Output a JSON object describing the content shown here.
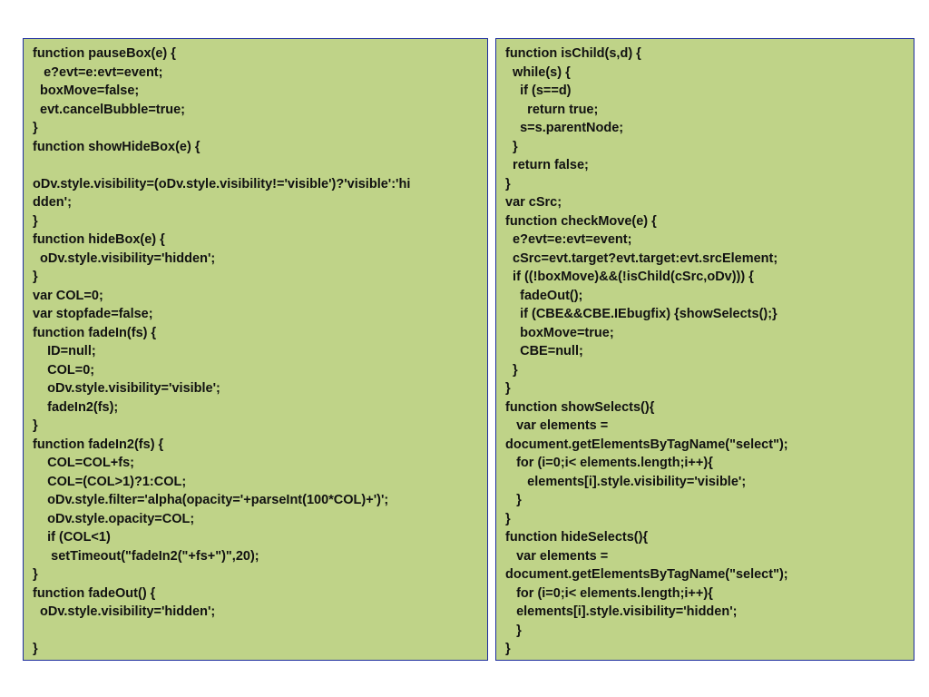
{
  "left_panel": {
    "lines": [
      "function pauseBox(e) {",
      "   e?evt=e:evt=event;",
      "  boxMove=false;",
      "  evt.cancelBubble=true;",
      "}",
      "function showHideBox(e) {",
      "",
      "oDv.style.visibility=(oDv.style.visibility!='visible')?'visible':'hi",
      "dden';",
      "}",
      "function hideBox(e) {",
      "  oDv.style.visibility='hidden';",
      "}",
      "var COL=0;",
      "var stopfade=false;",
      "function fadeIn(fs) {",
      "    ID=null;",
      "    COL=0;",
      "    oDv.style.visibility='visible';",
      "    fadeIn2(fs);",
      "}",
      "function fadeIn2(fs) {",
      "    COL=COL+fs;",
      "    COL=(COL>1)?1:COL;",
      "    oDv.style.filter='alpha(opacity='+parseInt(100*COL)+')';",
      "    oDv.style.opacity=COL;",
      "    if (COL<1)",
      "     setTimeout(\"fadeIn2(\"+fs+\")\",20);",
      "}",
      "function fadeOut() {",
      "  oDv.style.visibility='hidden';",
      "",
      "}"
    ]
  },
  "right_panel": {
    "lines": [
      "function isChild(s,d) {",
      "  while(s) {",
      "    if (s==d)",
      "      return true;",
      "    s=s.parentNode;",
      "  }",
      "  return false;",
      "}",
      "var cSrc;",
      "function checkMove(e) {",
      "  e?evt=e:evt=event;",
      "  cSrc=evt.target?evt.target:evt.srcElement;",
      "  if ((!boxMove)&&(!isChild(cSrc,oDv))) {",
      "    fadeOut();",
      "    if (CBE&&CBE.IEbugfix) {showSelects();}",
      "    boxMove=true;",
      "    CBE=null;",
      "  }",
      "}",
      "function showSelects(){",
      "   var elements =",
      "document.getElementsByTagName(\"select\");",
      "   for (i=0;i< elements.length;i++){",
      "      elements[i].style.visibility='visible';",
      "   }",
      "}",
      "function hideSelects(){",
      "   var elements =",
      "document.getElementsByTagName(\"select\");",
      "   for (i=0;i< elements.length;i++){",
      "   elements[i].style.visibility='hidden';",
      "   }",
      "}"
    ]
  }
}
